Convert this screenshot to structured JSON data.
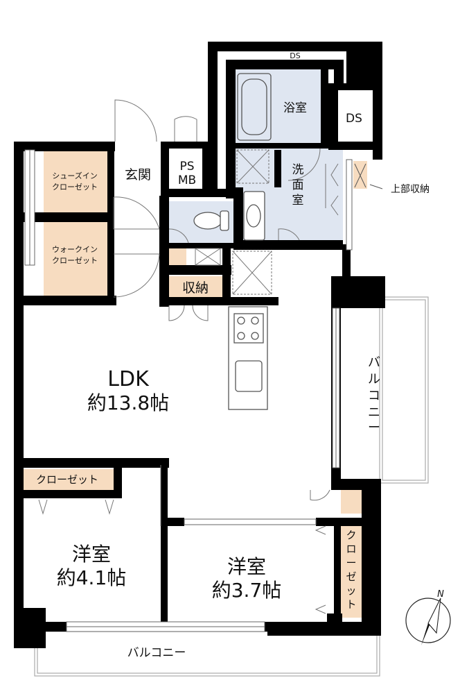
{
  "rooms": {
    "ldk_name": "LDK",
    "ldk_size": "約13.8帖",
    "west_room_name": "洋室",
    "west_room_size": "約4.1帖",
    "east_room_name": "洋室",
    "east_room_size": "約3.7帖",
    "bath": "浴室",
    "washroom": [
      "洗",
      "面",
      "室"
    ],
    "entrance": "玄関",
    "storage": "収納",
    "upper_storage": "上部収納",
    "ps": "PS",
    "mb": "MB",
    "ds_top": "DS",
    "ds_right": "DS",
    "shoes_closet": [
      "シューズイン",
      "クローゼット"
    ],
    "walkin_closet": [
      "ウォークイン",
      "クローゼット"
    ],
    "closet_west": "クローゼット",
    "closet_east": [
      "ク",
      "ロ",
      "ー",
      "ゼ",
      "ッ",
      "ト"
    ],
    "balcony_east": [
      "バ",
      "ル",
      "コ",
      "ニ",
      "ー"
    ],
    "balcony_south": "バルコニー"
  },
  "compass": {
    "north_label": "N",
    "icon": "north-arrow-icon"
  },
  "colors": {
    "wall": "#000000",
    "wet_area": "#dfe6f1",
    "closet": "#f7dcc0",
    "floor": "#ffffff",
    "fixture_line": "#9a9a9a"
  }
}
